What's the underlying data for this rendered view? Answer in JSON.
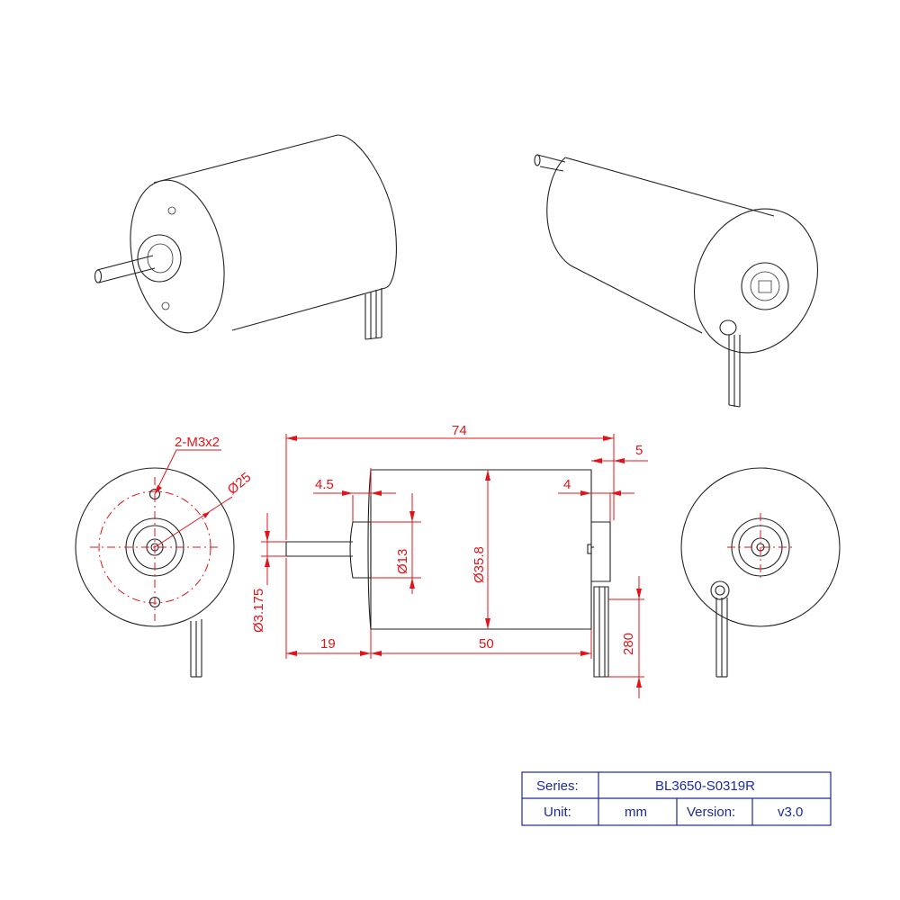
{
  "dimensions": {
    "holes": "2-M3x2",
    "bolt_circle": "Ø25",
    "overall_length": "74",
    "end_gap": "5",
    "boss_length": "4.5",
    "rear_boss": "4",
    "boss_diameter": "Ø13",
    "body_diameter": "Ø35.8",
    "shaft_diameter": "Ø3.175",
    "shaft_length": "19",
    "body_length": "50",
    "lead_length": "280"
  },
  "title_block": {
    "series_label": "Series:",
    "series_value": "BL3650-S0319R",
    "unit_label": "Unit:",
    "unit_value": "mm",
    "version_label": "Version:",
    "version_value": "v3.0"
  },
  "colors": {
    "dimension": "#e0141a",
    "outline": "#222222",
    "title_block": "#1a2a9c"
  }
}
